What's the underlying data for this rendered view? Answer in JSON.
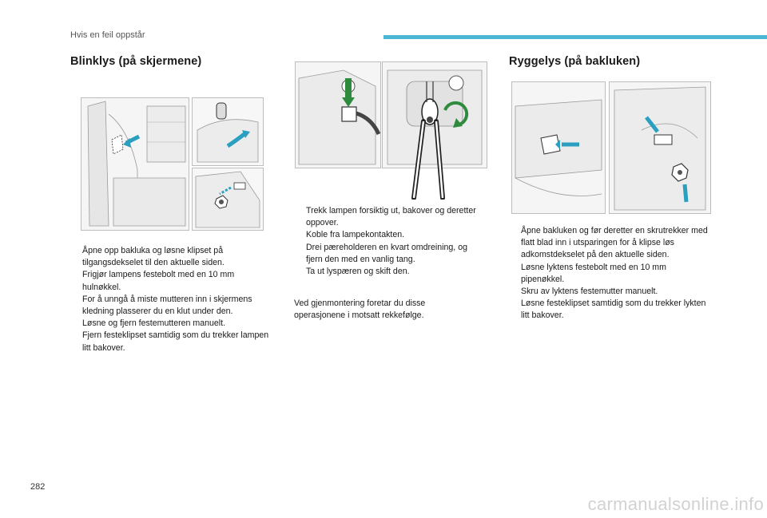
{
  "header": {
    "section_title": "Hvis en feil oppstår",
    "accent_color": "#4db6d3"
  },
  "left": {
    "heading": "Blinklys (på skjermene)",
    "bullets": [
      "Åpne opp bakluka og løsne klipset på tilgangsdekselet til den aktuelle siden.",
      "Frigjør lampens festebolt med en 10 mm hulnøkkel.",
      "For å unngå å miste mutteren inn i skjermens kledning plasserer du en klut under den.",
      "Løsne og fjern festemutteren manuelt.",
      "Fjern festeklipset samtidig som du trekker lampen litt bakover."
    ]
  },
  "middle": {
    "bullets": [
      "Trekk lampen forsiktig ut, bakover og deretter oppover.",
      "Koble fra lampekontakten.",
      "Drei pæreholderen en kvart omdreining, og fjern den med en vanlig tang.",
      "Ta ut lyspæren og skift den."
    ],
    "note": "Ved gjenmontering foretar du disse operasjonene i motsatt rekkefølge."
  },
  "right": {
    "heading": "Ryggelys (på bakluken)",
    "bullets": [
      "Åpne bakluken og før deretter en skrutrekker med flatt blad inn i utsparingen for å klipse løs adkomstdekselet på den aktuelle siden.",
      "Løsne lyktens festebolt med en 10 mm pipenøkkel.",
      "Skru av lyktens festemutter manuelt.",
      "Løsne festeklipset samtidig som du trekker lykten litt bakover."
    ]
  },
  "bullet_marker": "",
  "page_number": "282",
  "watermark": "carmanualsonline.info"
}
